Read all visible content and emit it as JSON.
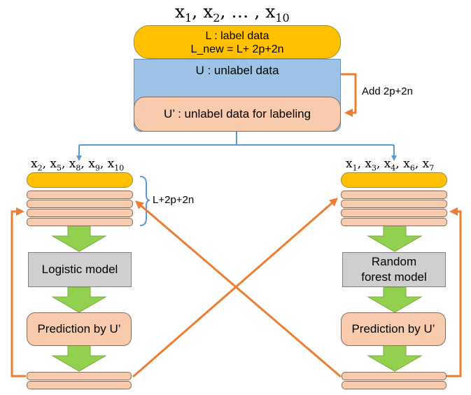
{
  "title": {
    "main": "x",
    "sub1": "1",
    "sep1": ", x",
    "sub2": "2",
    "rest": ", … , x",
    "sub3": "10"
  },
  "top": {
    "l_label": "L : label data",
    "l_new": "L_new = L+ 2p+2n",
    "u_label": "U : unlabel data",
    "u_prime_label": "U’ : unlabel data for labeling",
    "add_label": "Add 2p+2n"
  },
  "left": {
    "features": [
      "2",
      "5",
      "8",
      "9",
      "10"
    ],
    "brace_label": "L+2p+2n",
    "model_label": "Logistic model",
    "prediction_label": "Prediction by U’"
  },
  "right": {
    "features": [
      "1",
      "3",
      "4",
      "6",
      "7"
    ],
    "model_label": "Random forest model",
    "prediction_label": "Prediction by U’"
  },
  "colors": {
    "yellow": "#ffc000",
    "peach": "#f8cbad",
    "blue": "#9dc3e6",
    "gray": "#d0cece",
    "orange_arrow": "#ed7d31",
    "blue_connector": "#5b9bd5",
    "green_arrow": "#92d050"
  }
}
